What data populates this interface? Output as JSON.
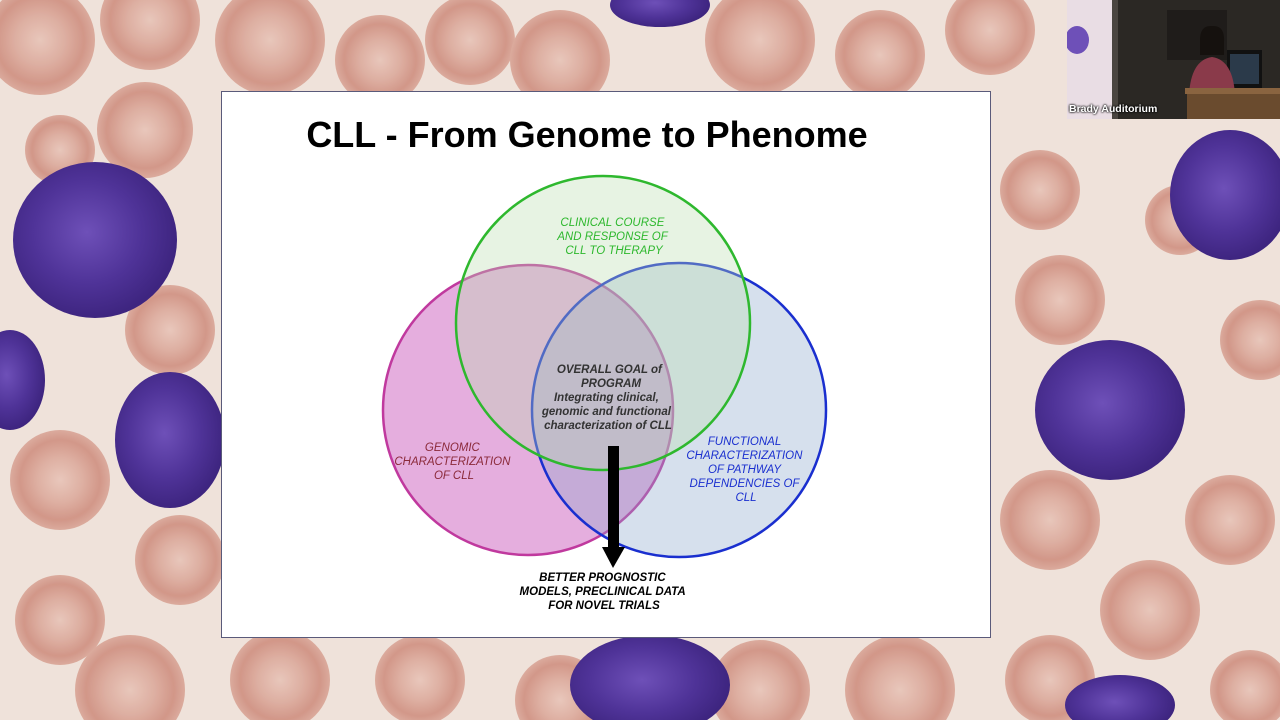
{
  "slide": {
    "title": "CLL - From Genome to Phenome",
    "venn": {
      "clinical": [
        "CLINICAL COURSE",
        "AND RESPONSE OF",
        "CLL TO THERAPY"
      ],
      "genomic": [
        "GENOMIC",
        "CHARACTERIZATION",
        "OF CLL"
      ],
      "functional": [
        "FUNCTIONAL",
        "CHARACTERIZATION",
        "OF PATHWAY",
        "DEPENDENCIES OF",
        "CLL"
      ],
      "goal_heading": [
        "OVERALL GOAL of",
        "PROGRAM"
      ],
      "goal_body": [
        "Integrating  clinical,",
        "genomic and functional",
        "characterization of CLL"
      ],
      "outcome": [
        "BETTER PROGNOSTIC",
        "MODELS, PRECLINICAL DATA",
        "FOR NOVEL TRIALS"
      ]
    },
    "colors": {
      "clinical": "#2eb82e",
      "genomic": "#c0399e",
      "functional": "#1a2fcf",
      "genomic_text": "#8b2a3a"
    }
  },
  "video_pip": {
    "label": "Brady Auditorium"
  }
}
